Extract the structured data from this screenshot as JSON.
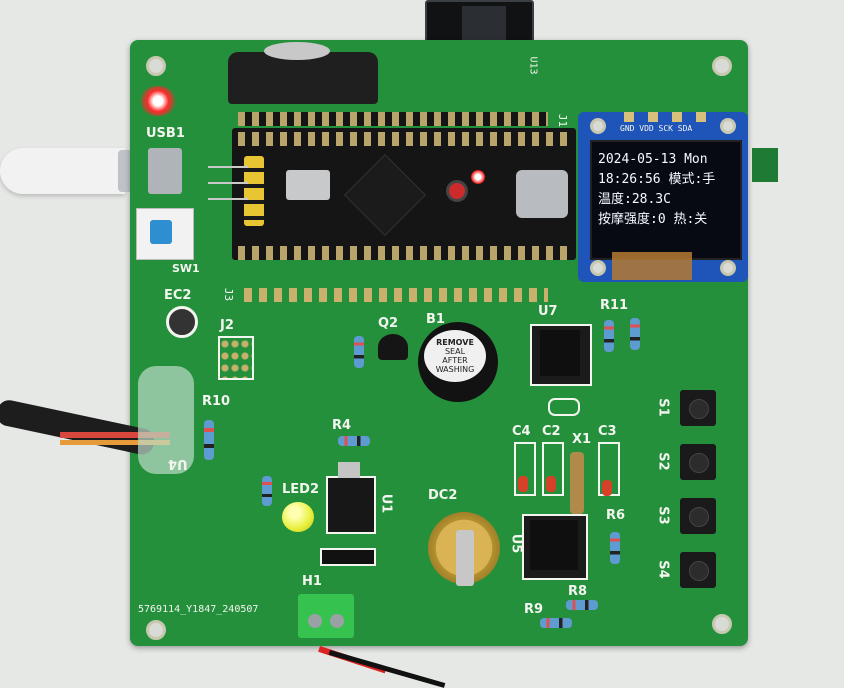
{
  "colors": {
    "pcb": "#24903c",
    "silkscreen": "#f3f5ef",
    "oled_blue": "#1f55b8",
    "oled_text": "#f7fbff",
    "led_red": "#ff2a2a",
    "led_yellow": "#e8ef3a",
    "terminal_green": "#35c24e"
  },
  "board": {
    "silk_labels": {
      "usb": "USB1",
      "switch": "SW1",
      "ec2": "EC2",
      "j2": "J2",
      "j1": "J1",
      "j3": "J3",
      "q2": "Q2",
      "b1": "B1",
      "u7": "U7",
      "r11": "R11",
      "r10": "R10",
      "u4": "U4",
      "r4": "R4",
      "led2": "LED2",
      "u1": "U1",
      "dc2": "DC2",
      "c4": "C4",
      "c2": "C2",
      "x1": "X1",
      "c3": "C3",
      "r6": "R6",
      "r8": "R8",
      "r9": "R9",
      "u5": "U5",
      "u13": "U13",
      "h1": "H1",
      "s1": "S1",
      "s2": "S2",
      "s3": "S3",
      "s4": "S4",
      "board_id": "5769114_Y1847_240507",
      "oled_pins": "GND VDD SCK SDA"
    },
    "buzzer_label": [
      "REMOVE",
      "SEAL",
      "AFTER",
      "WASHING"
    ]
  },
  "oled": {
    "line1": "2024-05-13  Mon",
    "line2": "18:26:56 模式:手",
    "line3": "温度:28.3C",
    "line4": "按摩强度:0 热:关"
  },
  "icons": [
    "usb-c-cable-icon",
    "tactile-button-icon",
    "led-icon",
    "buzzer-icon",
    "coin-battery-icon",
    "screw-terminal-icon"
  ]
}
